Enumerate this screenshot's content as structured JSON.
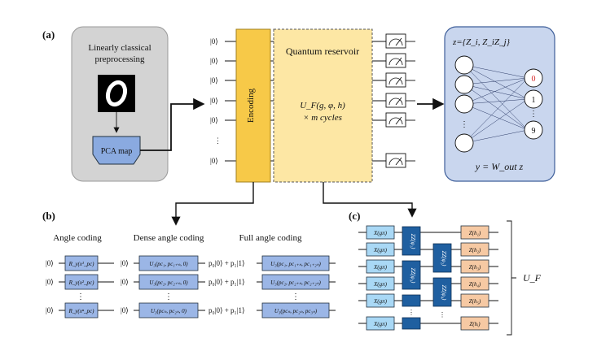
{
  "panels": {
    "a": "(a)",
    "b": "(b)",
    "c": "(c)"
  },
  "preprocess": {
    "title_line1": "Linearly classical",
    "title_line2": "preprocessing",
    "pca_label": "PCA map"
  },
  "encoding": {
    "label": "Encoding",
    "kets": [
      "|0⟩",
      "|0⟩",
      "|0⟩",
      "|0⟩",
      "|0⟩",
      "⋮",
      "|0⟩"
    ]
  },
  "reservoir": {
    "title": "Quantum reservoir",
    "formula_line1": "U_F(g, φ, h)",
    "formula_line2": "× m cycles"
  },
  "readout": {
    "z_def": "z={Z_i, Z_iZ_j}",
    "output_labels": [
      "0",
      "1",
      "⋮",
      "9"
    ],
    "equation": "y = W_out z",
    "colors": {
      "output0": "#d62728",
      "box_fill": "#c9d6ee",
      "box_stroke": "#3f5f9a"
    }
  },
  "angle_coding": {
    "title": "Angle coding",
    "kets": [
      "|0⟩",
      "|0⟩",
      "|0⟩"
    ],
    "gates": [
      "R_y(x¹_pc)",
      "R_y(x²_pc)",
      "R_y(xⁿ_pc)"
    ]
  },
  "dense_coding": {
    "title": "Dense angle coding",
    "kets": [
      "|0⟩",
      "|0⟩",
      "|0⟩"
    ],
    "gates": [
      "U₃(pc₁, pc₁₊ₙ, 0)",
      "U₃(pc₂, pc₂₊ₙ, 0)",
      "U₃(pcₙ, pc₂ₙ, 0)"
    ]
  },
  "full_coding": {
    "title": "Full angle coding",
    "prefix": "p₀|0⟩ + p₁|1⟩",
    "gates": [
      "U₃(pc₁, pc₁₊ₙ, pc₁₊₂ₙ)",
      "U₃(pc₂, pc₂₊ₙ, pc₂₊₂ₙ)",
      "U₃(pcₙ, pc₂ₙ, pc₃ₙ)"
    ]
  },
  "circuit": {
    "x_gates": [
      "X(gπ)",
      "X(gπ)",
      "X(gπ)",
      "X(gπ)",
      "X(gπ)",
      "X(gπ)"
    ],
    "zz_a": [
      "ZZ(φ₁)",
      "ZZ(φ₃)"
    ],
    "zz_b": [
      "ZZ(φ₂)",
      "ZZ(φ₄)"
    ],
    "z_gates": [
      "Z(h₁)",
      "Z(h₂)",
      "Z(h₃)",
      "Z(h₄)",
      "Z(h₅)",
      "Z(hᵢ)"
    ],
    "uf_label": "U_F",
    "colors": {
      "x_fill": "#a9d8f5",
      "zz_fill": "#1f5fa0",
      "z_fill": "#f6c9a3"
    }
  },
  "colors": {
    "encoding_fill": "#f7c948",
    "reservoir_fill": "#fde7a4",
    "preprocess_fill": "#d3d3d3",
    "gate_fill": "#9bb6e6"
  }
}
